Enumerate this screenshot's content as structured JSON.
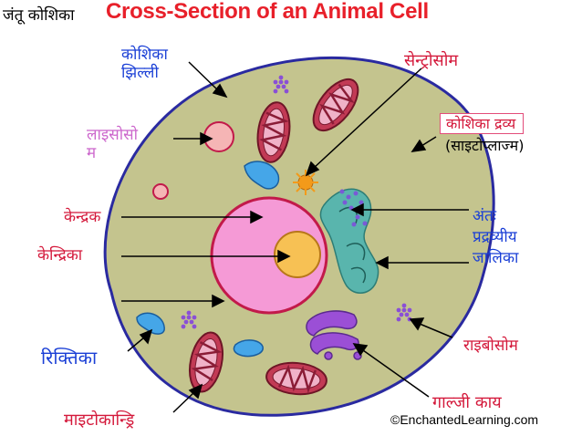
{
  "title_hindi": "जंतू कोशिका",
  "title_english": "Cross-Section of an Animal Cell",
  "credit": "©EnchantedLearning.com",
  "labels": {
    "cell_membrane": [
      "कोशिका",
      "झिल्ली"
    ],
    "centrosome": "सेन्ट्रोसोम",
    "lysosome": [
      "लाइसोसो",
      "म"
    ],
    "cytoplasm": [
      "कोशिका द्रव्य",
      "(साइटोप्लाज्म)"
    ],
    "nucleus": "केन्द्रक",
    "endoplasmic_reticulum": [
      "अंतः",
      "प्रद्रव्यीय",
      "जालिका"
    ],
    "nucleolus": "केन्द्रिका",
    "ribosome": "राइबोसोम",
    "vacuole": "रिक्तिका",
    "golgi": "गाल्जी काय",
    "mitochondria": "माइटोकान्ड्रि"
  },
  "colors": {
    "cytoplasm": "#c4c48e",
    "membrane": "#2a2aa0",
    "nucleus": "#f59ad6",
    "nucleolus": "#f7c154",
    "mitochondria": "#c23a55",
    "vacuole": "#45a6e8",
    "golgi": "#9b4fd6",
    "er": "#59b5ad",
    "title_red": "#e8202a",
    "label_blue": "#1a3fd6",
    "label_red": "#d4193b"
  }
}
